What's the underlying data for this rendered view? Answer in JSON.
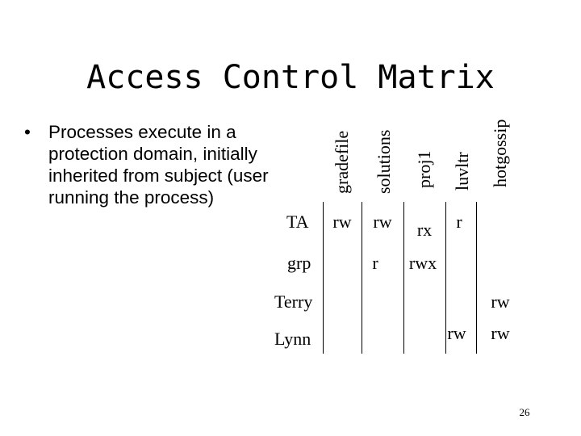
{
  "slide": {
    "title": "Access Control Matrix",
    "bullet_marker": "•",
    "bullet_text": "Processes execute in a protection domain, initially inherited from subject (user running the process)",
    "page_number": "26"
  },
  "matrix": {
    "columns": [
      "gradefile",
      "solutions",
      "proj1",
      "luvltr",
      "hotgossip"
    ],
    "rows": [
      {
        "label": "TA",
        "cells": [
          "rw",
          "rw",
          "rx",
          "r",
          ""
        ]
      },
      {
        "label": "grp",
        "cells": [
          "",
          "r",
          "rwx",
          "",
          ""
        ]
      },
      {
        "label": "Terry",
        "cells": [
          "",
          "",
          "",
          "",
          "rw"
        ]
      },
      {
        "label": "Lynn",
        "cells": [
          "",
          "",
          "",
          "rw",
          "rw"
        ]
      }
    ]
  }
}
